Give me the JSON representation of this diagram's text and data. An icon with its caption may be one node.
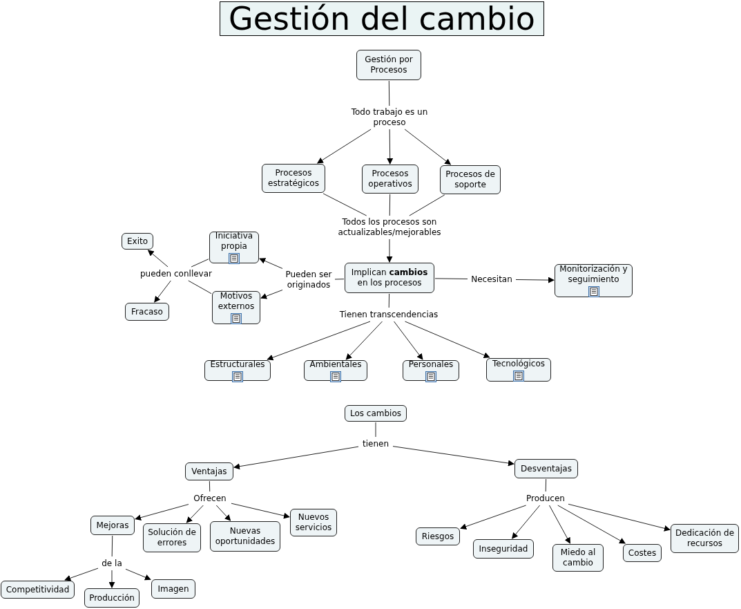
{
  "diagram": {
    "title": "Gestión del cambio",
    "nodes": [
      {
        "text": [
          "Gestión por Procesos"
        ]
      },
      {
        "text": [
          "Todo trabajo es un proceso"
        ]
      },
      {
        "text": [
          "Procesos estratégicos"
        ]
      },
      {
        "text": [
          "Procesos operativos"
        ]
      },
      {
        "text": [
          "Procesos de soporte"
        ]
      },
      {
        "text": [
          "Todos los procesos son actualizables/mejorables"
        ]
      },
      {
        "text": [
          "Implican **cambios** en los procesos"
        ]
      },
      {
        "text": [
          "Necesitan"
        ]
      },
      {
        "text": [
          "Monitorización y seguimiento"
        ]
      },
      {
        "text": [
          "Pueden ser originados"
        ]
      },
      {
        "text": [
          "Iniciativa propia"
        ]
      },
      {
        "text": [
          "Motivos externos"
        ]
      },
      {
        "text": [
          "pueden conllevar"
        ]
      },
      {
        "text": [
          "Exito"
        ]
      },
      {
        "text": [
          "Fracaso"
        ]
      },
      {
        "text": [
          "Tienen transcendencias"
        ]
      },
      {
        "text": [
          "Estructurales"
        ]
      },
      {
        "text": [
          "Ambientales"
        ]
      },
      {
        "text": [
          "Personales"
        ]
      },
      {
        "text": [
          "Tecnológicos"
        ]
      },
      {
        "text": [
          "Los cambios"
        ]
      },
      {
        "text": [
          "tienen"
        ]
      },
      {
        "text": [
          "Ventajas"
        ]
      },
      {
        "text": [
          "Desventajas"
        ]
      },
      {
        "text": [
          "Ofrecen"
        ]
      },
      {
        "text": [
          "Mejoras"
        ]
      },
      {
        "text": [
          "Solución de errores"
        ]
      },
      {
        "text": [
          "Nuevas oportunidades"
        ]
      },
      {
        "text": [
          "Nuevos servicios"
        ]
      },
      {
        "text": [
          "de la"
        ]
      },
      {
        "text": [
          "Competitividad"
        ]
      },
      {
        "text": [
          "Producción"
        ]
      },
      {
        "text": [
          "Imagen"
        ]
      },
      {
        "text": [
          "Producen"
        ]
      },
      {
        "text": [
          "Riesgos"
        ]
      },
      {
        "text": [
          "Inseguridad"
        ]
      },
      {
        "text": [
          "Miedo al cambio"
        ]
      },
      {
        "text": [
          "Costes"
        ]
      },
      {
        "text": [
          "Dedicación de recursos"
        ]
      }
    ],
    "edges": [
      {
        "from": 0,
        "to": 1,
        "arrow": "none"
      },
      {
        "from": 1,
        "to": 2,
        "arrow": "to"
      },
      {
        "from": 1,
        "to": 3,
        "arrow": "to"
      },
      {
        "from": 1,
        "to": 4,
        "arrow": "to"
      },
      {
        "from": 2,
        "to": 5,
        "arrow": "none"
      },
      {
        "from": 3,
        "to": 5,
        "arrow": "none"
      },
      {
        "from": 4,
        "to": 5,
        "arrow": "none"
      },
      {
        "from": 5,
        "to": 6,
        "arrow": "to"
      },
      {
        "from": 6,
        "to": 7,
        "arrow": "none"
      },
      {
        "from": 7,
        "to": 8,
        "arrow": "to"
      },
      {
        "from": 6,
        "to": 9,
        "arrow": "none"
      },
      {
        "from": 9,
        "to": 10,
        "arrow": "to"
      },
      {
        "from": 9,
        "to": 11,
        "arrow": "to"
      },
      {
        "from": 10,
        "to": 12,
        "arrow": "none"
      },
      {
        "from": 11,
        "to": 12,
        "arrow": "none"
      },
      {
        "from": 12,
        "to": 13,
        "arrow": "to"
      },
      {
        "from": 12,
        "to": 14,
        "arrow": "to"
      },
      {
        "from": 6,
        "to": 15,
        "arrow": "none"
      },
      {
        "from": 15,
        "to": 16,
        "arrow": "to"
      },
      {
        "from": 15,
        "to": 17,
        "arrow": "to"
      },
      {
        "from": 15,
        "to": 18,
        "arrow": "to"
      },
      {
        "from": 15,
        "to": 19,
        "arrow": "to"
      },
      {
        "from": 20,
        "to": 21,
        "arrow": "none"
      },
      {
        "from": 21,
        "to": 22,
        "arrow": "to"
      },
      {
        "from": 21,
        "to": 23,
        "arrow": "to"
      },
      {
        "from": 22,
        "to": 24,
        "arrow": "none"
      },
      {
        "from": 24,
        "to": 25,
        "arrow": "to"
      },
      {
        "from": 24,
        "to": 26,
        "arrow": "to"
      },
      {
        "from": 24,
        "to": 27,
        "arrow": "to"
      },
      {
        "from": 24,
        "to": 28,
        "arrow": "to"
      },
      {
        "from": 25,
        "to": 29,
        "arrow": "none"
      },
      {
        "from": 29,
        "to": 30,
        "arrow": "to"
      },
      {
        "from": 29,
        "to": 31,
        "arrow": "to"
      },
      {
        "from": 29,
        "to": 32,
        "arrow": "to"
      },
      {
        "from": 23,
        "to": 33,
        "arrow": "none"
      },
      {
        "from": 33,
        "to": 34,
        "arrow": "to"
      },
      {
        "from": 33,
        "to": 35,
        "arrow": "to"
      },
      {
        "from": 33,
        "to": 36,
        "arrow": "to"
      },
      {
        "from": 33,
        "to": 37,
        "arrow": "to"
      },
      {
        "from": 33,
        "to": 38,
        "arrow": "to"
      }
    ]
  }
}
